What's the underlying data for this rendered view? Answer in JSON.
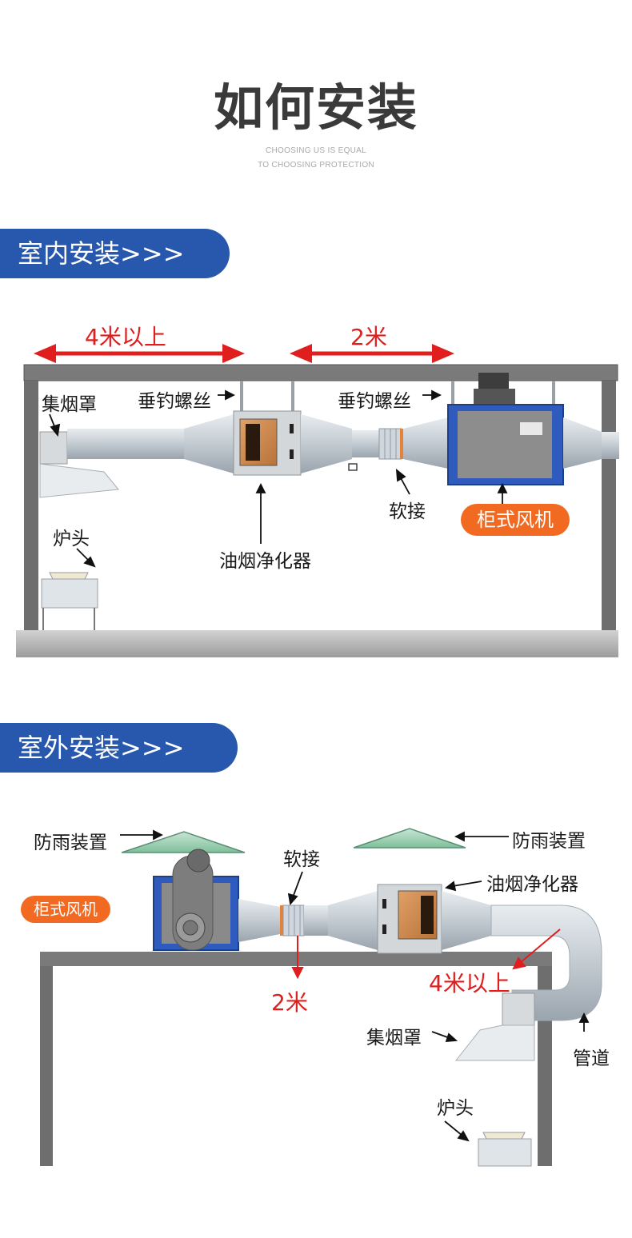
{
  "header": {
    "title": "如何安装",
    "subtitle_line1": "CHOOSING US IS EQUAL",
    "subtitle_line2": "TO CHOOSING PROTECTION"
  },
  "indoor": {
    "banner": "室内安装>>>",
    "distance_hood_to_purifier": "4米以上",
    "distance_purifier_to_fan": "2米",
    "label_hood": "集烟罩",
    "label_hanger_left": "垂钓螺丝",
    "label_hanger_right": "垂钓螺丝",
    "label_flex": "软接",
    "label_fan": "柜式风机",
    "label_stove": "炉头",
    "label_purifier": "油烟净化器"
  },
  "outdoor": {
    "banner": "室外安装>>>",
    "label_rain_left": "防雨装置",
    "label_rain_right": "防雨装置",
    "label_flex": "软接",
    "label_purifier": "油烟净化器",
    "label_fan": "柜式风机",
    "distance_flex": "2米",
    "distance_duct": "4米以上",
    "label_hood": "集烟罩",
    "label_duct": "管道",
    "label_stove": "炉头"
  },
  "colors": {
    "banner_blue": "#2758ad",
    "accent_red": "#e01e1e",
    "fan_orange": "#f26a21",
    "wall_gray": "#6e6e6e",
    "duct_gray": "#c9d0d6",
    "fan_blue": "#2f5bbf"
  }
}
